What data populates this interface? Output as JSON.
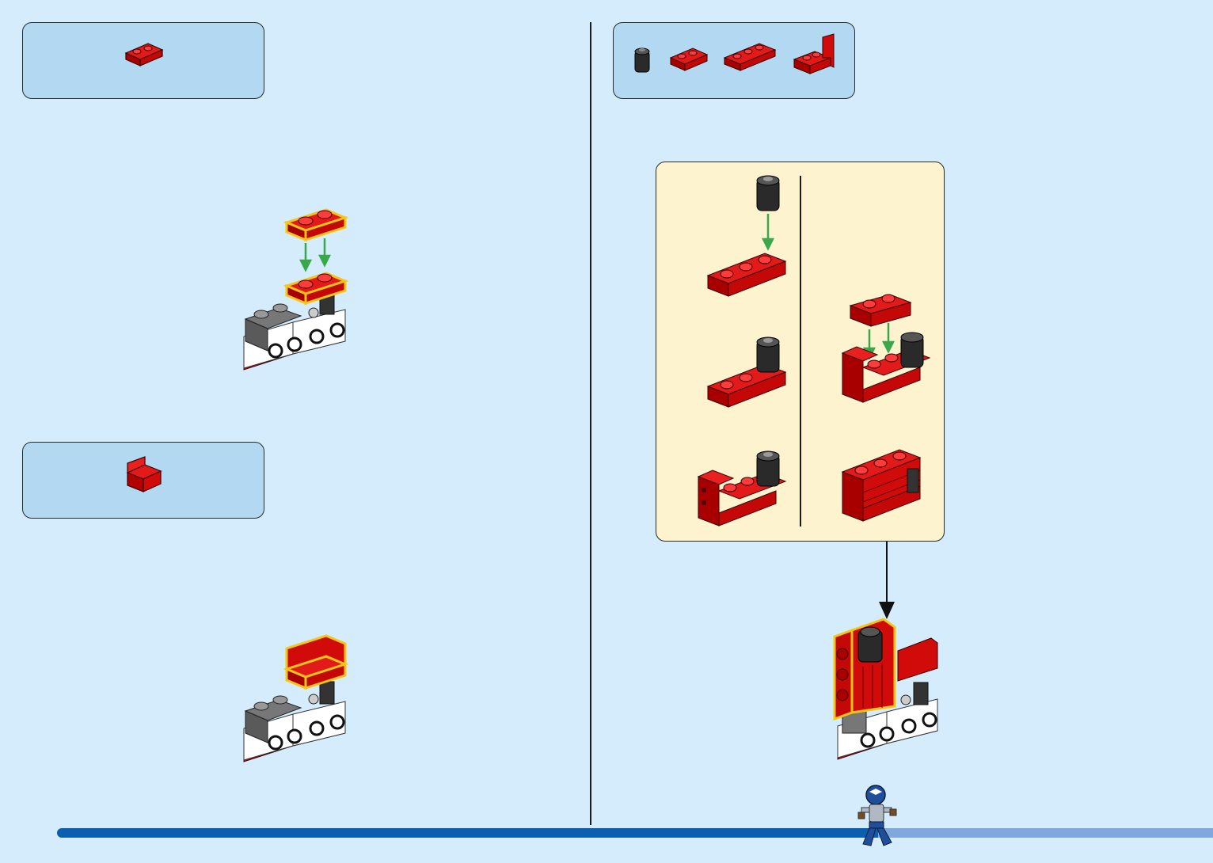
{
  "page": {
    "background": "#d4ecfb",
    "page_number": "",
    "progress": 0.71
  },
  "colors": {
    "brick_red": "#d10a0a",
    "brick_dark_red": "#8a0000",
    "highlight": "#f5c518",
    "arrow_green": "#3aa84a",
    "part_box_bg": "#b3d9f2",
    "sub_box_bg": "#fdf3cf",
    "progress_dark": "#0a5fb0",
    "progress_light": "#7fa8dc"
  },
  "steps": [
    {
      "parts": [
        "plate-1x2-red"
      ]
    },
    {
      "parts": [
        "bracket-1x2-red"
      ]
    },
    {
      "parts": [
        "round-brick-1x1-black",
        "plate-1x2-red",
        "plate-1x3-red",
        "bracket-1x2-up-red"
      ]
    }
  ],
  "icons": {
    "minifig": "minifigure-icon",
    "arrow": "assembly-arrow-icon"
  }
}
